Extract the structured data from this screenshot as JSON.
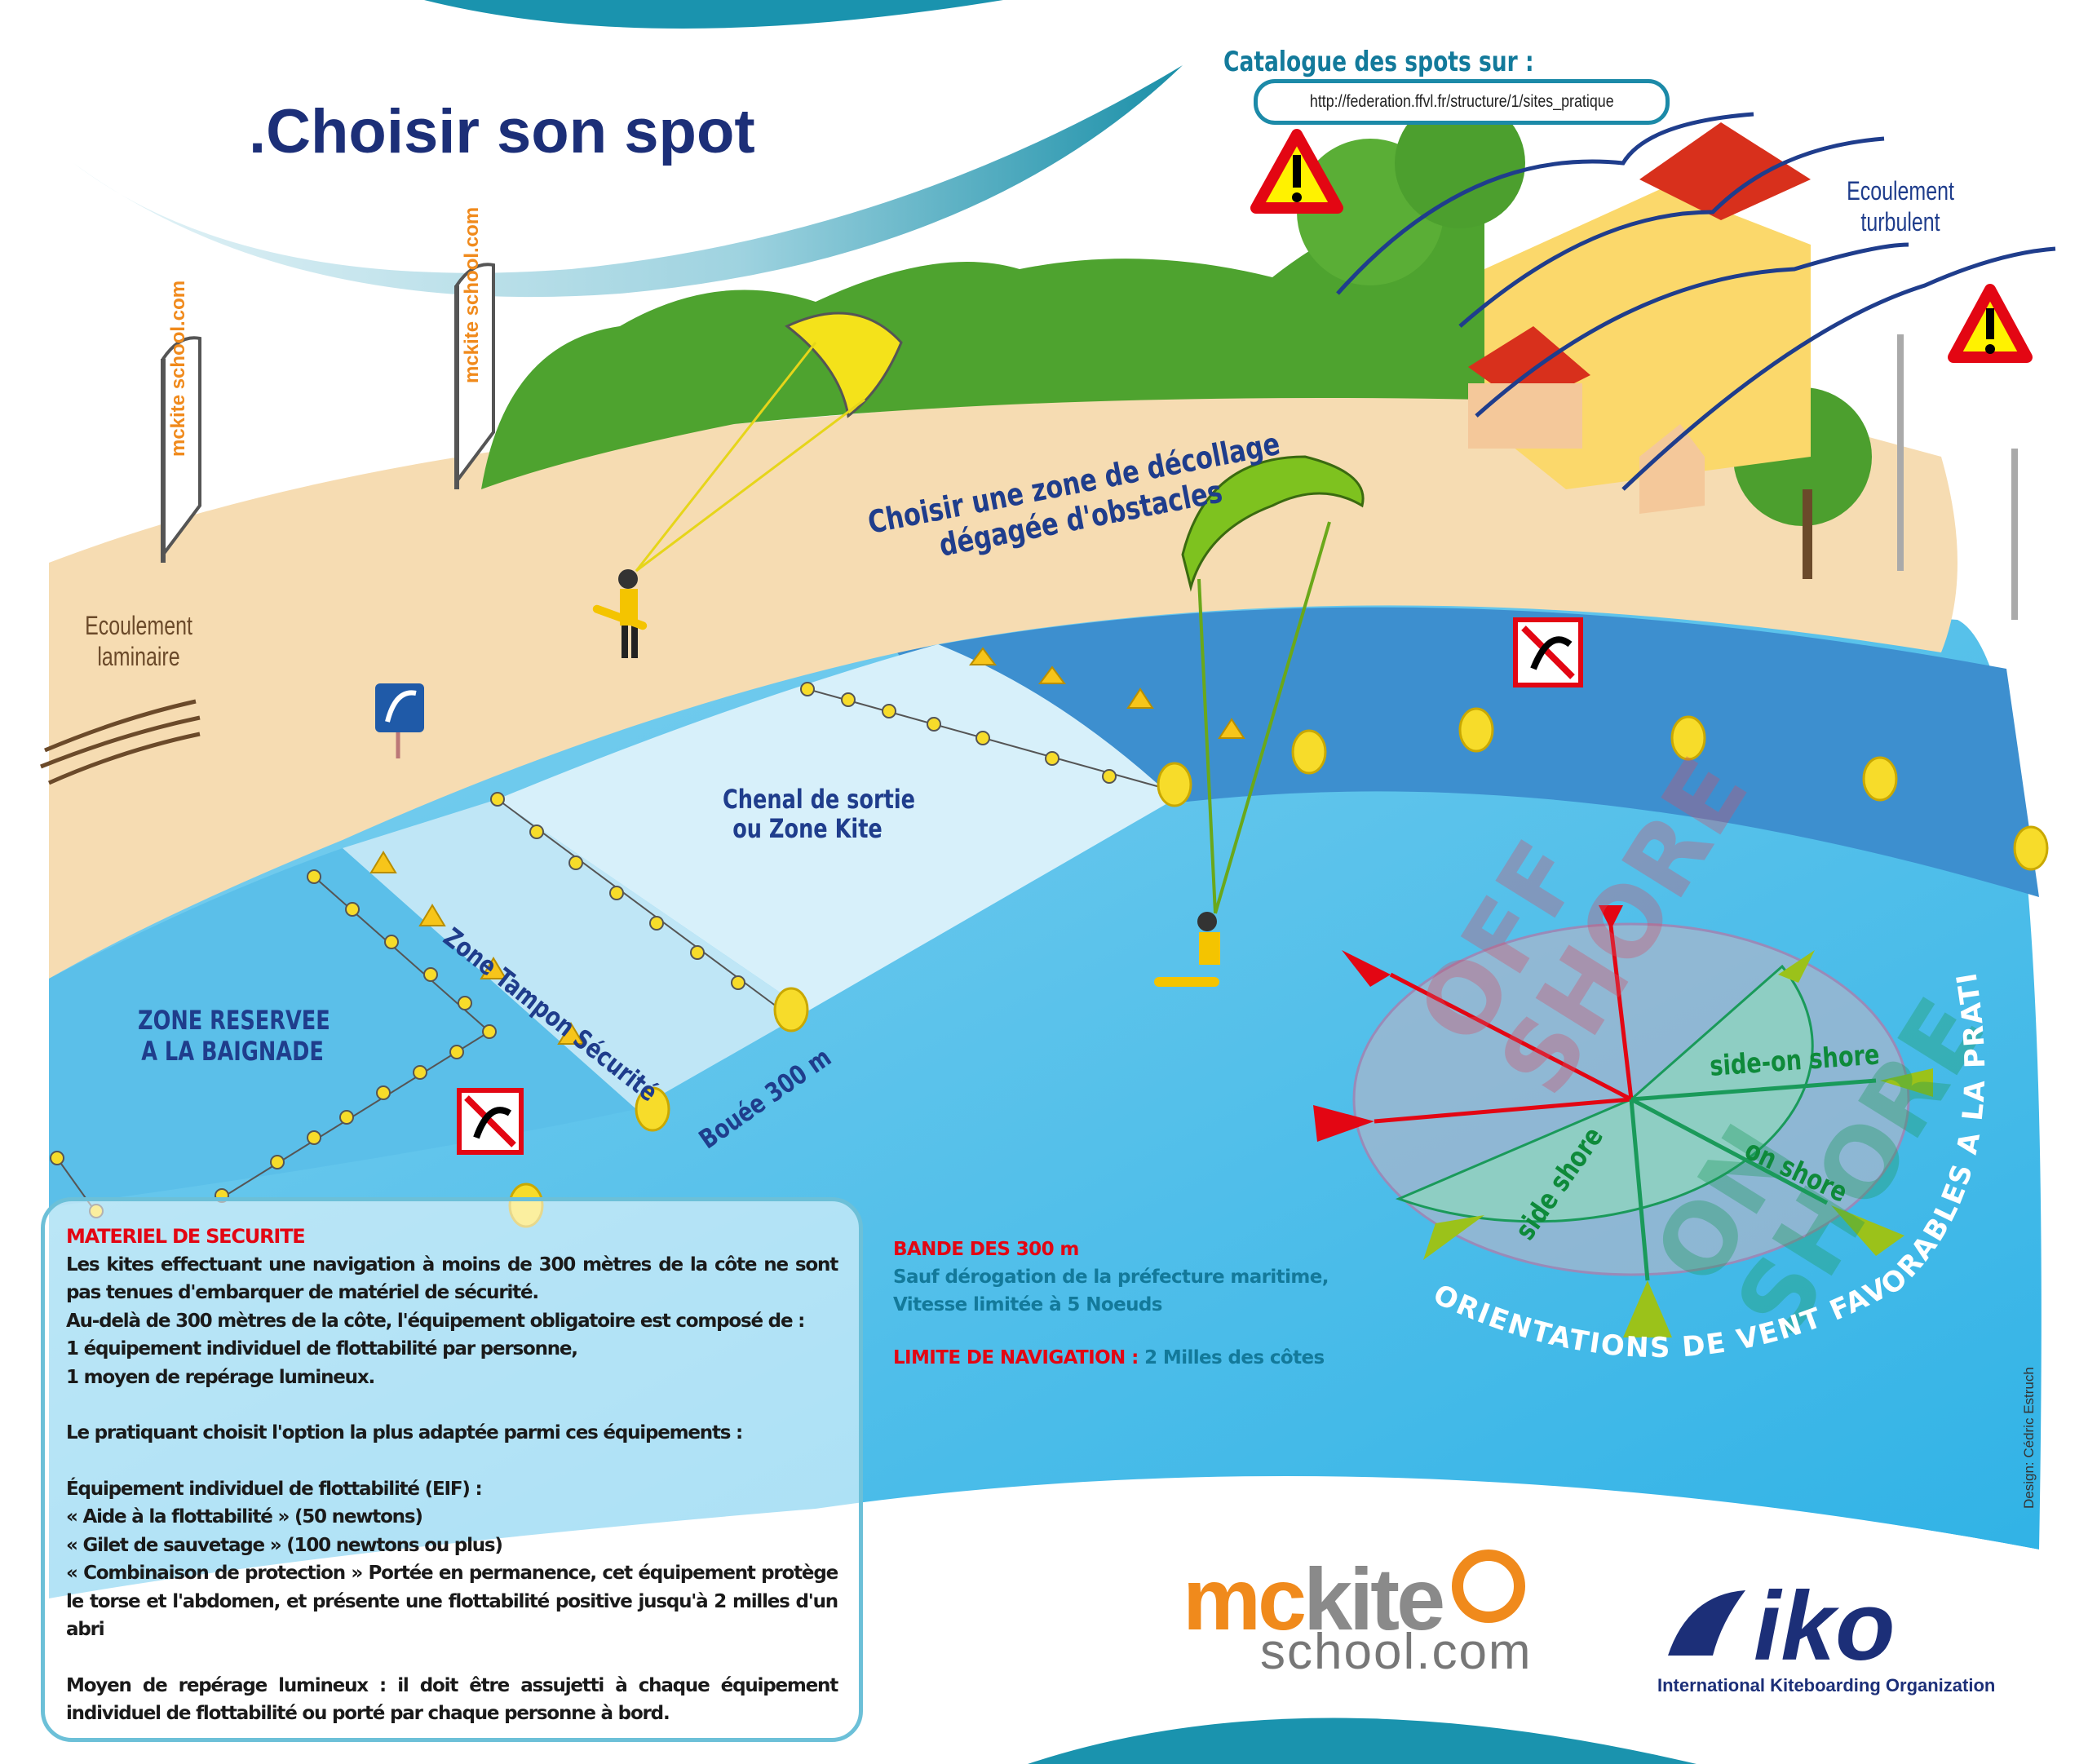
{
  "header": {
    "title": ".Choisir son spot",
    "catalogue_label": "Catalogue des spots sur :",
    "catalogue_url": "http://federation.ffvl.fr/structure/1/sites_pratique"
  },
  "scene_labels": {
    "turbulent": [
      "Ecoulement",
      "turbulent"
    ],
    "laminar": [
      "Ecoulement",
      "laminaire"
    ],
    "takeoff_zone": [
      "Choisir une zone de décollage",
      "dégagée d'obstacles"
    ],
    "exit_channel": [
      "Chenal de sortie",
      "ou Zone Kite"
    ],
    "buffer_zone": "Zone Tampon Sécurité",
    "swimming_zone": [
      "ZONE RESERVEE",
      "A LA BAIGNADE"
    ],
    "buoy_300m": "Bouée 300 m",
    "flag_brand": "mckite school.com"
  },
  "safety_box": {
    "heading": "MATERIEL DE SECURITE",
    "paragraphs": [
      "Les kites effectuant une navigation à moins de 300 mètres de la côte ne sont pas tenues d'embarquer de matériel de sécurité.",
      "Au-delà de 300 mètres de la côte, l'équipement obligatoire est composé de :",
      "1 équipement individuel de flottabilité par personne,",
      "1 moyen de repérage lumineux.",
      "",
      "Le pratiquant choisit l'option la plus adaptée parmi ces équipements :",
      "",
      "Équipement individuel de flottabilité (EIF) :",
      "« Aide à la flottabilité » (50 newtons)",
      "« Gilet de sauvetage » (100 newtons ou plus)",
      "« Combinaison de protection » Portée en permanence, cet équipement protège le torse et l'abdomen, et présente une flottabilité positive jusqu'à 2 milles d'un abri",
      "",
      "Moyen de repérage lumineux : il doit être assujetti à chaque équipement individuel de flottabilité ou porté par chaque personne à bord."
    ]
  },
  "band_info": {
    "heading": "BANDE DES 300 m",
    "lines": [
      "Sauf dérogation de la préfecture maritime,",
      "Vitesse limitée à 5 Noeuds"
    ],
    "limit_label": "LIMITE DE NAVIGATION :",
    "limit_value": "2 Milles des côtes"
  },
  "compass": {
    "off_shore": [
      "OFF",
      "SHORE"
    ],
    "on_shore_wm": [
      "ON",
      "SHORE"
    ],
    "side_on_shore": "side-on shore",
    "on_shore": "on shore",
    "side_shore": "side shore",
    "arc_caption": "ORIENTATIONS DE VENT FAVORABLES A LA PRATIQUE EN SECURITE"
  },
  "footer": {
    "mckite_main_a": "mc",
    "mckite_main_b": "kite",
    "mckite_sub": "school.com",
    "iko_name": "iko",
    "iko_full": "International Kiteboarding Organization",
    "credit": "Design: Cédric Estruch"
  },
  "colors": {
    "navy": "#1f3d8c",
    "teal": "#13799a",
    "alert_red": "#e30613",
    "sea": "#3cb8e8",
    "sand": "#f6dcb2",
    "brand_orange": "#f08a1c"
  }
}
